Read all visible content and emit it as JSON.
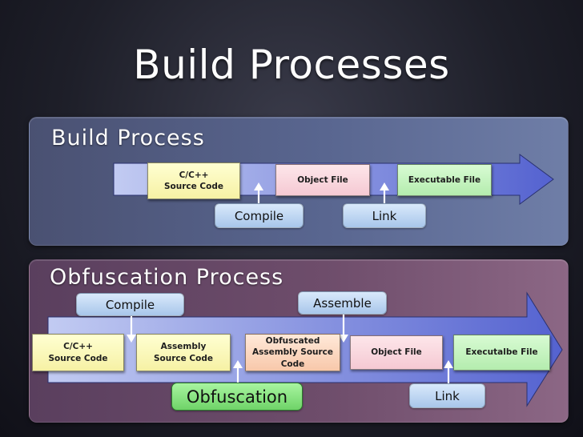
{
  "title": "Build Processes",
  "build": {
    "heading": "Build Process",
    "nodes": [
      "C/C++\nSource Code",
      "Object File",
      "Executable File"
    ],
    "steps": [
      "Compile",
      "Link"
    ]
  },
  "obfuscation": {
    "heading": "Obfuscation Process",
    "nodes": [
      "C/C++\nSource Code",
      "Assembly\nSource Code",
      "Obfuscated\nAssembly Source\nCode",
      "Object File",
      "Executalbe File"
    ],
    "steps": [
      "Compile",
      "Assemble",
      "Obfuscation",
      "Link"
    ]
  },
  "colors": {
    "arrow_light": "#c2cbf2",
    "arrow_dark": "#5462d0",
    "pointer": "#ffffff"
  }
}
